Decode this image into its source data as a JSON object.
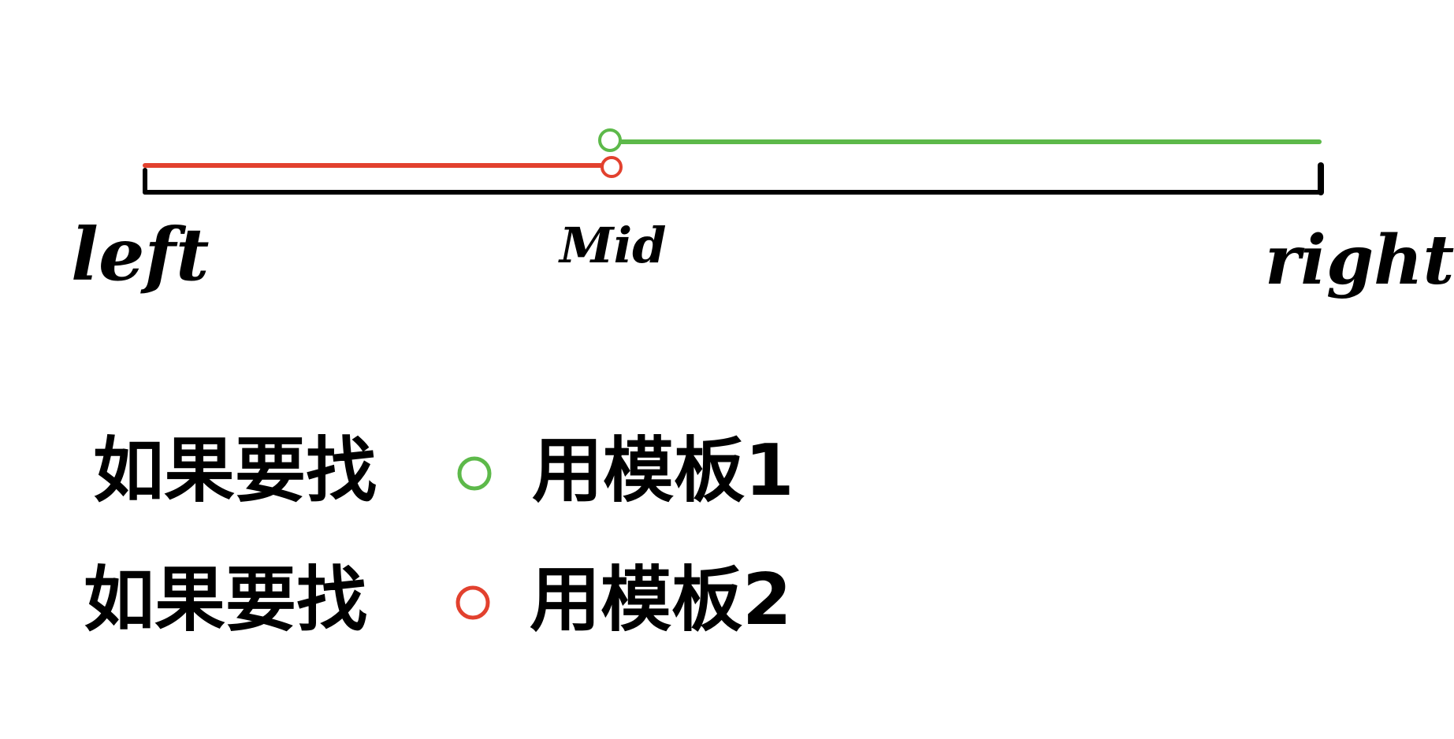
{
  "diagram": {
    "axis_labels": {
      "left": "left",
      "mid": "Mid",
      "right": "right"
    },
    "segments": {
      "upper_color": "#5db94a",
      "lower_color": "#e2412e",
      "axis_color": "#000000"
    },
    "legend": [
      {
        "prefix": "如果要找",
        "marker_color": "#5db94a",
        "suffix": "用模板1"
      },
      {
        "prefix": "如果要找",
        "marker_color": "#e2412e",
        "suffix": "用模板2"
      }
    ]
  }
}
